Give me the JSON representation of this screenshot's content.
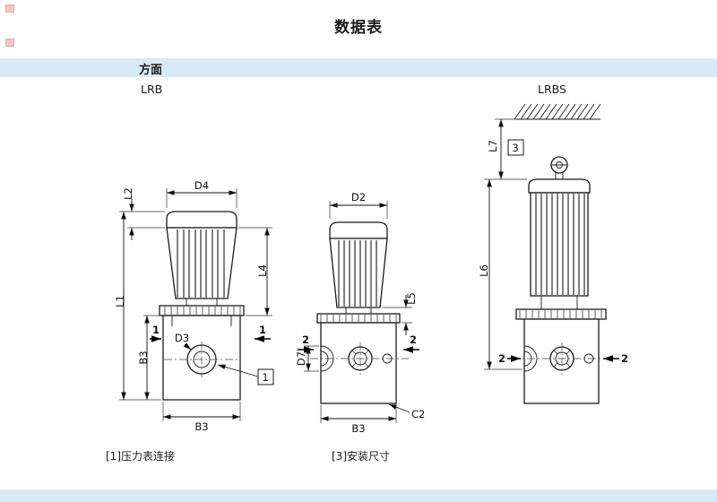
{
  "title": "数据表",
  "section_bar": {
    "label": "方面"
  },
  "variants": {
    "left_label": "LRB",
    "right_label": "LRBS"
  },
  "footnotes": [
    "[1]压力表连接",
    "[3]安装尺寸"
  ],
  "dims": {
    "lrb": {
      "l2": "L2",
      "d4": "D4",
      "l1": "L1",
      "l4": "L4",
      "b3_side": "B3",
      "d3": "D3",
      "b3_bottom": "B3",
      "section": "1",
      "gauge_callout": "1"
    },
    "side": {
      "d2": "D2",
      "l5": "L5",
      "d7": "D7",
      "b3": "B3",
      "c2": "C2",
      "section": "2"
    },
    "lrbs": {
      "l7": "L7",
      "l6": "L6",
      "mount_callout": "3",
      "section": "2"
    }
  },
  "colors": {
    "band": "#d9eaf7",
    "line": "#1a1a1a",
    "page_bg": "#ffffff",
    "edge_marker": "#f3c6c2"
  }
}
